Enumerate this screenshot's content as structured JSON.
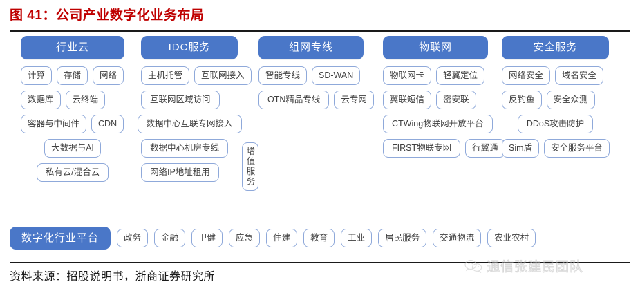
{
  "title": "图 41：公司产业数字化业务布局",
  "colors": {
    "title_red": "#BF0000",
    "header_blue": "#4A77C8",
    "pill_border": "#8FA9DA",
    "pill_text": "#404040",
    "rule": "#1A1A1A"
  },
  "columns": [
    {
      "header": "行业云",
      "rows": [
        {
          "align": "left",
          "items": [
            "计算",
            "存储",
            "网络"
          ]
        },
        {
          "align": "left",
          "items": [
            "数据库",
            "云终端"
          ]
        },
        {
          "align": "left",
          "items": [
            "容器与中间件",
            "CDN"
          ]
        },
        {
          "align": "center",
          "items": [
            "大数据与AI"
          ]
        },
        {
          "align": "center",
          "items": [
            "私有云/混合云"
          ]
        }
      ]
    },
    {
      "header": "IDC服务",
      "rows": [
        {
          "align": "left",
          "items": [
            "主机托管",
            "互联网接入"
          ]
        },
        {
          "align": "left",
          "items": [
            "互联网区域访问"
          ]
        },
        {
          "align": "center",
          "items": [
            "数据中心互联专网接入"
          ]
        },
        {
          "align": "left",
          "items": [
            "数据中心机房专线"
          ]
        },
        {
          "align": "left",
          "items": [
            "网络IP地址租用"
          ]
        }
      ],
      "vertical_pill": "增值服务"
    },
    {
      "header": "组网专线",
      "rows": [
        {
          "align": "left",
          "items": [
            "智能专线",
            "SD-WAN"
          ]
        },
        {
          "align": "left",
          "items": [
            "OTN精品专线",
            "云专网"
          ]
        }
      ]
    },
    {
      "header": "物联网",
      "rows": [
        {
          "align": "left",
          "items": [
            "物联网卡",
            "轻翼定位"
          ]
        },
        {
          "align": "left",
          "items": [
            "翼联短信",
            "密安联"
          ]
        },
        {
          "align": "left",
          "items": [
            "CTWing物联网开放平台"
          ]
        },
        {
          "align": "left",
          "items": [
            "FIRST物联专网",
            "行翼通"
          ]
        }
      ]
    },
    {
      "header": "安全服务",
      "rows": [
        {
          "align": "left",
          "items": [
            "网络安全",
            "域名安全"
          ]
        },
        {
          "align": "left",
          "items": [
            "反钓鱼",
            "安全众测"
          ]
        },
        {
          "align": "center",
          "items": [
            "DDoS攻击防护"
          ]
        },
        {
          "align": "left",
          "items": [
            "Sim盾",
            "安全服务平台"
          ]
        }
      ]
    }
  ],
  "platform": {
    "header": "数字化行业平台",
    "items": [
      "政务",
      "金融",
      "卫健",
      "应急",
      "住建",
      "教育",
      "工业",
      "居民服务",
      "交通物流",
      "农业农村"
    ]
  },
  "source": "资料来源：招股说明书，浙商证券研究所",
  "watermark": {
    "text": "通信张建民团队",
    "icon": "wechat-bubble-icon"
  }
}
